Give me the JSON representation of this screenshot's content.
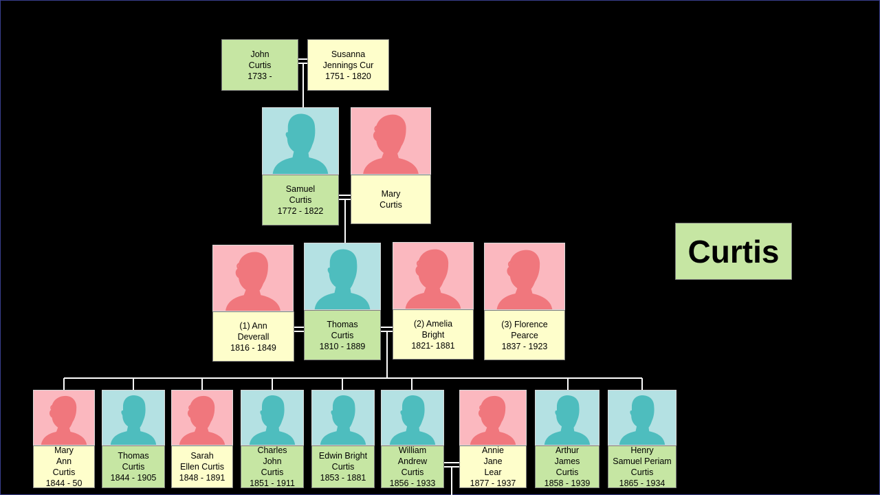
{
  "title": "Curtis",
  "people": [
    {
      "id": "john-curtis",
      "sex": "m",
      "photo": false,
      "lines": [
        "John",
        "Curtis",
        "1733 -"
      ]
    },
    {
      "id": "susanna-jennings-curtis",
      "sex": "f",
      "photo": false,
      "lines": [
        "Susanna",
        "Jennings Cur",
        "1751 - 1820"
      ]
    },
    {
      "id": "samuel-curtis",
      "sex": "m",
      "photo": true,
      "lines": [
        "Samuel",
        "Curtis",
        "1772 - 1822"
      ]
    },
    {
      "id": "mary-curtis-sr",
      "sex": "f",
      "photo": true,
      "lines": [
        "Mary",
        "Curtis"
      ]
    },
    {
      "id": "ann-deverall",
      "sex": "f",
      "photo": true,
      "lines": [
        "(1) Ann",
        "Deverall",
        "1816 - 1849"
      ]
    },
    {
      "id": "thomas-curtis-sr",
      "sex": "m",
      "photo": true,
      "lines": [
        "Thomas",
        "Curtis",
        "1810 - 1889"
      ]
    },
    {
      "id": "amelia-bright",
      "sex": "f",
      "photo": true,
      "lines": [
        "(2) Amelia",
        "Bright",
        "1821- 1881"
      ]
    },
    {
      "id": "florence-pearce",
      "sex": "f",
      "photo": true,
      "lines": [
        "(3) Florence",
        "Pearce",
        "1837 - 1923"
      ]
    },
    {
      "id": "mary-ann-curtis",
      "sex": "f",
      "photo": true,
      "lines": [
        "Mary",
        "Ann",
        "Curtis",
        "1844 - 50"
      ]
    },
    {
      "id": "thomas-curtis-jr",
      "sex": "m",
      "photo": true,
      "lines": [
        "Thomas",
        "Curtis",
        "1844 - 1905"
      ]
    },
    {
      "id": "sarah-ellen-curtis",
      "sex": "f",
      "photo": true,
      "lines": [
        "Sarah",
        "Ellen Curtis",
        "1848 - 1891"
      ]
    },
    {
      "id": "charles-john-curtis",
      "sex": "m",
      "photo": true,
      "lines": [
        "Charles",
        "John",
        "Curtis",
        "1851 - 1911"
      ]
    },
    {
      "id": "edwin-bright-curtis",
      "sex": "m",
      "photo": true,
      "lines": [
        "Edwin Bright",
        "Curtis",
        "1853 - 1881"
      ]
    },
    {
      "id": "william-andrew-curtis",
      "sex": "m",
      "photo": true,
      "lines": [
        "William",
        "Andrew",
        "Curtis",
        "1856 - 1933"
      ]
    },
    {
      "id": "annie-jane-lear",
      "sex": "f",
      "photo": true,
      "lines": [
        "Annie",
        "Jane",
        "Lear",
        "1877 - 1937"
      ]
    },
    {
      "id": "arthur-james-curtis",
      "sex": "m",
      "photo": true,
      "lines": [
        "Arthur",
        "James",
        "Curtis",
        "1858 - 1939"
      ]
    },
    {
      "id": "henry-samuel-periam-curtis",
      "sex": "m",
      "photo": true,
      "lines": [
        "Henry",
        "Samuel Periam",
        "Curtis",
        "1865 - 1934"
      ]
    }
  ]
}
